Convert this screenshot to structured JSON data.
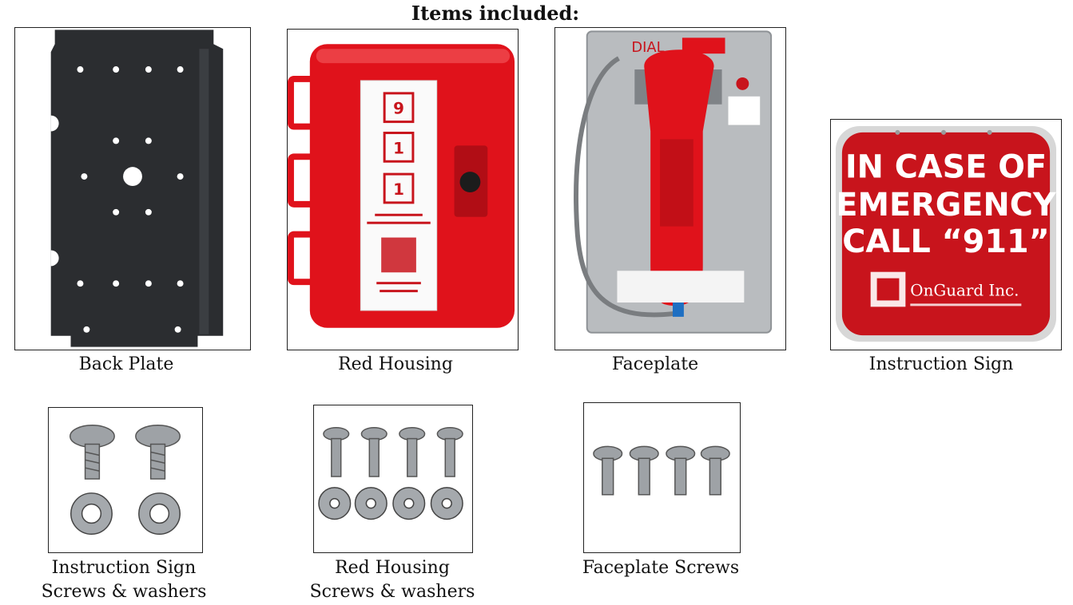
{
  "title": "Items included:",
  "items": [
    {
      "caption": "Back Plate"
    },
    {
      "caption": "Red Housing"
    },
    {
      "caption": "Faceplate"
    },
    {
      "caption": "Instruction Sign"
    },
    {
      "caption": "Instruction Sign\n Screws & washers"
    },
    {
      "caption": "Red Housing\nScrews & washers"
    },
    {
      "caption": "Faceplate Screws"
    }
  ],
  "housing_labels": [
    "9",
    "1",
    "1"
  ],
  "faceplate_label": "DIAL",
  "sign": {
    "line1": "IN CASE OF",
    "line2": "EMERGENCY",
    "line3": "CALL “911”",
    "brand": "OnGuard Inc."
  },
  "colors": {
    "housing_red": "#e0121b",
    "sign_red": "#c8141c",
    "plate_black": "#2b2d30",
    "steel": "#b9bcbf"
  }
}
